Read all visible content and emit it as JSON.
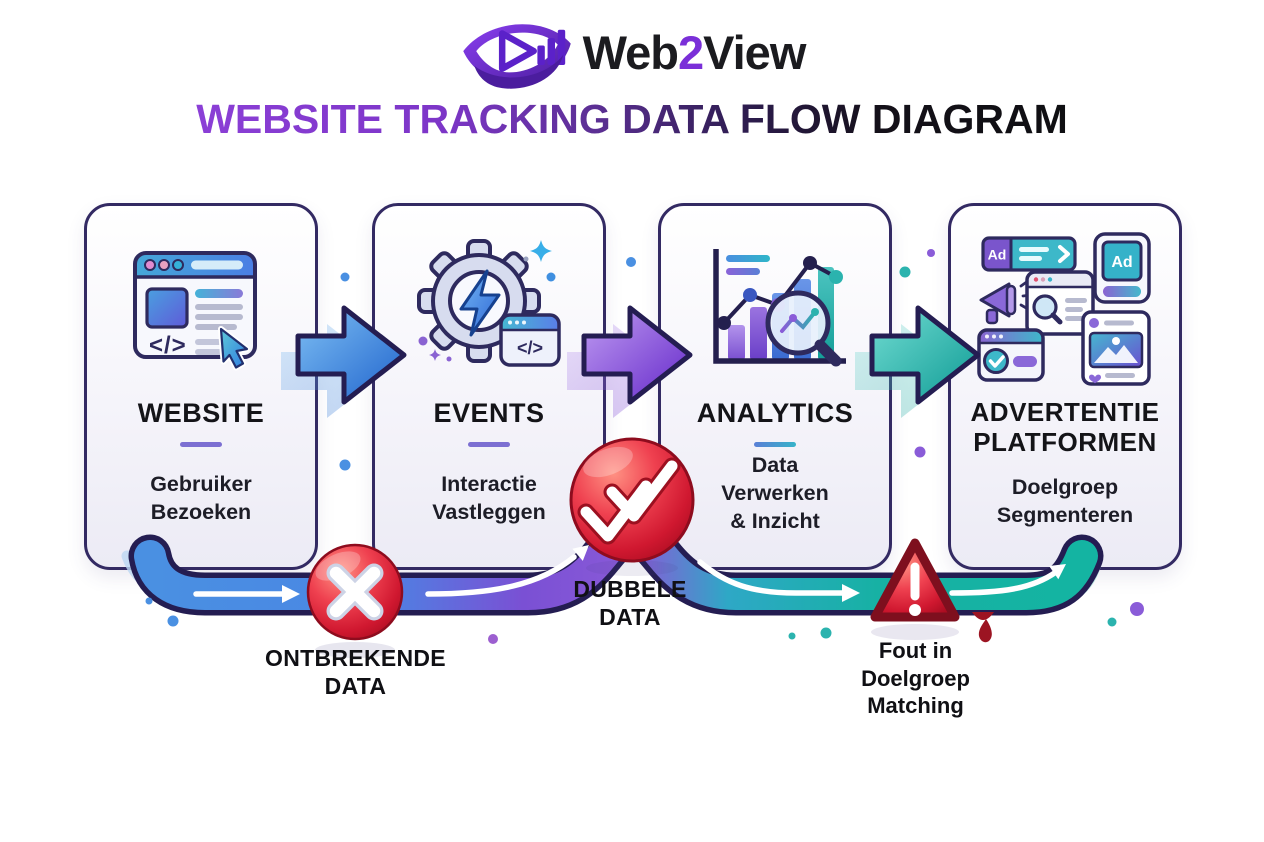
{
  "brand": {
    "name_part_1": "Web",
    "name_part_2": "2",
    "name_part_3": "View"
  },
  "title": "WEBSITE TRACKING DATA FLOW DIAGRAM",
  "stages": [
    {
      "title": "WEBSITE",
      "subtitle": "Gebruiker\nBezoeken"
    },
    {
      "title": "EVENTS",
      "subtitle": "Interactie\nVastleggen"
    },
    {
      "title": "ANALYTICS",
      "subtitle": "Data\nVerwerken\n& Inzicht"
    },
    {
      "title": "ADVERTENTIE\nPLATFORMEN",
      "subtitle": "Doelgroep\nSegmenteren"
    }
  ],
  "icon_text": {
    "code_glyph_website": "</>",
    "code_glyph_events": "</>",
    "ad_banner_label": "Ad",
    "ad_phone_label": "Ad"
  },
  "errors": [
    {
      "label": "ONTBREKENDE\nDATA"
    },
    {
      "label": "DUBBELE\nDATA"
    },
    {
      "label": "Fout in\nDoelgroep\nMatching"
    }
  ],
  "colors": {
    "flow_blue": "#2f7de1",
    "flow_purple": "#8a4fd8",
    "flow_teal": "#16b3a6",
    "error_red": "#d01830",
    "box_border": "#332a63",
    "brand_purple": "#7a2fd8"
  }
}
